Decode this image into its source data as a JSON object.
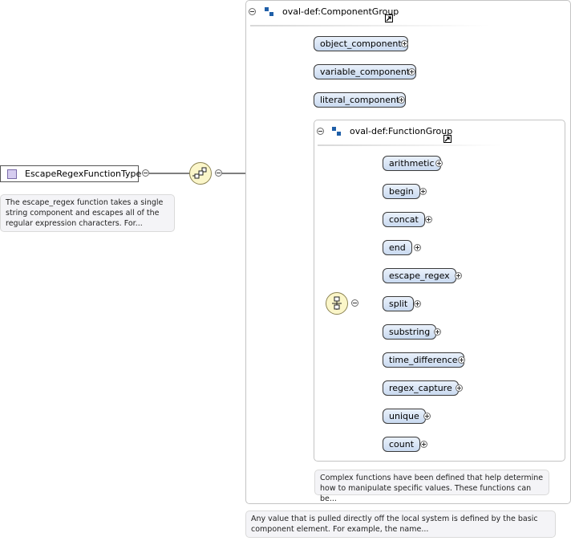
{
  "element_type": {
    "name": "EscapeRegexFunctionType"
  },
  "element_note": "The escape_regex function takes a single string component and escapes all of the regular expression characters. For...",
  "component_group": {
    "name": "oval-def:ComponentGroup",
    "items": [
      "object_component",
      "variable_component",
      "literal_component"
    ],
    "note": "Any value that is pulled directly off the local system is defined by the basic component element. For example, the name..."
  },
  "function_group": {
    "name": "oval-def:FunctionGroup",
    "items": [
      "arithmetic",
      "begin",
      "concat",
      "end",
      "escape_regex",
      "split",
      "substring",
      "time_difference",
      "regex_capture",
      "unique",
      "count"
    ],
    "note": "Complex functions have been defined that help determine how to manipulate specific values. These functions can be..."
  },
  "colors": {
    "pill_top": "#eaf1fb",
    "pill_bottom": "#c9daf0",
    "compositor_fill": "#fbf6c9",
    "group_icon": "#1f5fa8"
  }
}
